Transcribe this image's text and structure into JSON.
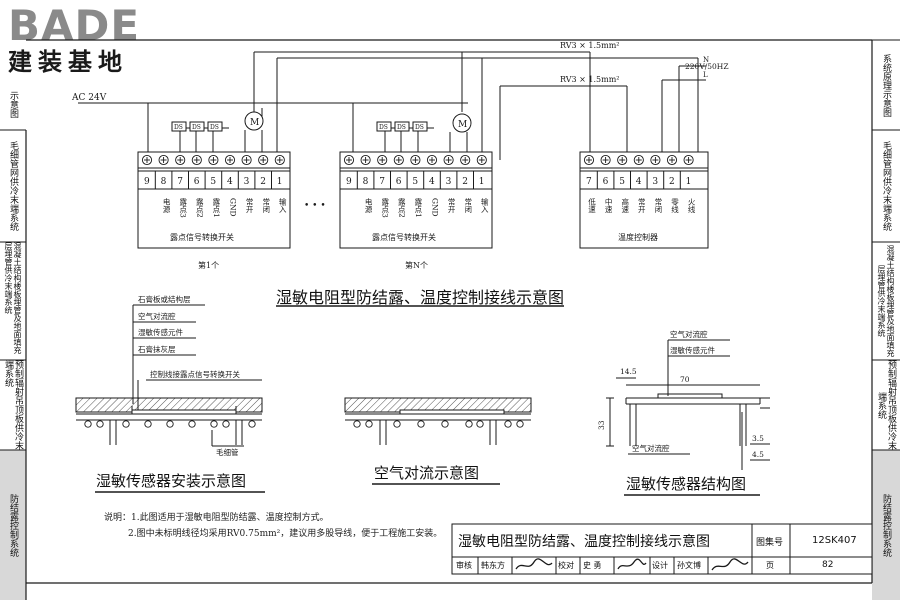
{
  "logo": {
    "brand": "BADE",
    "subtitle": "建装基地"
  },
  "right_tabs": [
    {
      "label": "系统原理示意图",
      "active": false
    },
    {
      "label": "毛细管网供冷末端系统",
      "active": false
    },
    {
      "label": "混凝土结构楼板埋管及地面填充层埋管供冷末端系统",
      "active": false
    },
    {
      "label": "预制辐射吊顶板供冷末端系统",
      "active": false
    },
    {
      "label": "防结露控制系统",
      "active": true
    }
  ],
  "left_tabs": [
    {
      "label": "示意图",
      "active": false
    },
    {
      "label": "毛细管网供冷末端系统",
      "active": false
    },
    {
      "label": "混凝土结构楼板埋管及地面填充层埋管供冷末端系统",
      "active": false
    },
    {
      "label": "预制辐射吊顶板供冷末端系统",
      "active": false
    },
    {
      "label": "防结露控制系统",
      "active": true
    }
  ],
  "wiring": {
    "supply_ac": "AC 24V",
    "cable1": "RV3 × 1.5mm²",
    "cable2": "RV3 × 1.5mm²",
    "power": "220V/50HZ",
    "power_n": "N",
    "power_l": "L",
    "ellipsis": "• • •",
    "converter_terminals": [
      "9",
      "8",
      "7",
      "6",
      "5",
      "4",
      "3",
      "2",
      "1"
    ],
    "converter_labels": [
      "电源",
      "露点3",
      "露点2",
      "露点1",
      "GND",
      "常开",
      "常闭",
      "输入"
    ],
    "converter_name": "露点信号转换开关",
    "converter1_caption": "第1个",
    "converterN_caption": "第N个",
    "ds_label": "DS",
    "motor_label": "M",
    "controller_terminals": [
      "7",
      "6",
      "5",
      "4",
      "3",
      "2",
      "1"
    ],
    "controller_labels": [
      "低速",
      "中速",
      "高速",
      "常开",
      "常闭",
      "零线",
      "火线"
    ],
    "controller_name": "温度控制器",
    "title": "湿敏电阻型防结露、温度控制接线示意图"
  },
  "install": {
    "labels": [
      "石膏板或结构层",
      "空气对流腔",
      "湿敏传感元件",
      "石膏抹灰层",
      "控制线接露点信号转换开关"
    ],
    "capillary": "毛细管",
    "title": "湿敏传感器安装示意图"
  },
  "convection": {
    "title": "空气对流示意图"
  },
  "structure": {
    "labels": [
      "空气对流腔",
      "湿敏传感元件",
      "空气对流腔"
    ],
    "dims": [
      "14.5",
      "70",
      "33",
      "3.5",
      "4.5"
    ],
    "title": "湿敏传感器结构图"
  },
  "notes": [
    "说明：1.此图适用于湿敏电阻型防结露、温度控制方式。",
    "2.图中未标明线径均采用RV0.75mm²，建议用多股导线，便于工程施工安装。"
  ],
  "title_block": {
    "title": "湿敏电阻型防结露、温度控制接线示意图",
    "atlas_label": "图集号",
    "atlas_no": "12SK407",
    "review_label": "审核",
    "reviewer": "韩东方",
    "check_label": "校对",
    "checker": "史  勇",
    "design_label": "设计",
    "designer": "孙文博",
    "page_label": "页",
    "page_no": "82"
  },
  "colors": {
    "line": "#1a1a1a",
    "tab_active": "#d8d8d8",
    "hatch": "#555555"
  }
}
